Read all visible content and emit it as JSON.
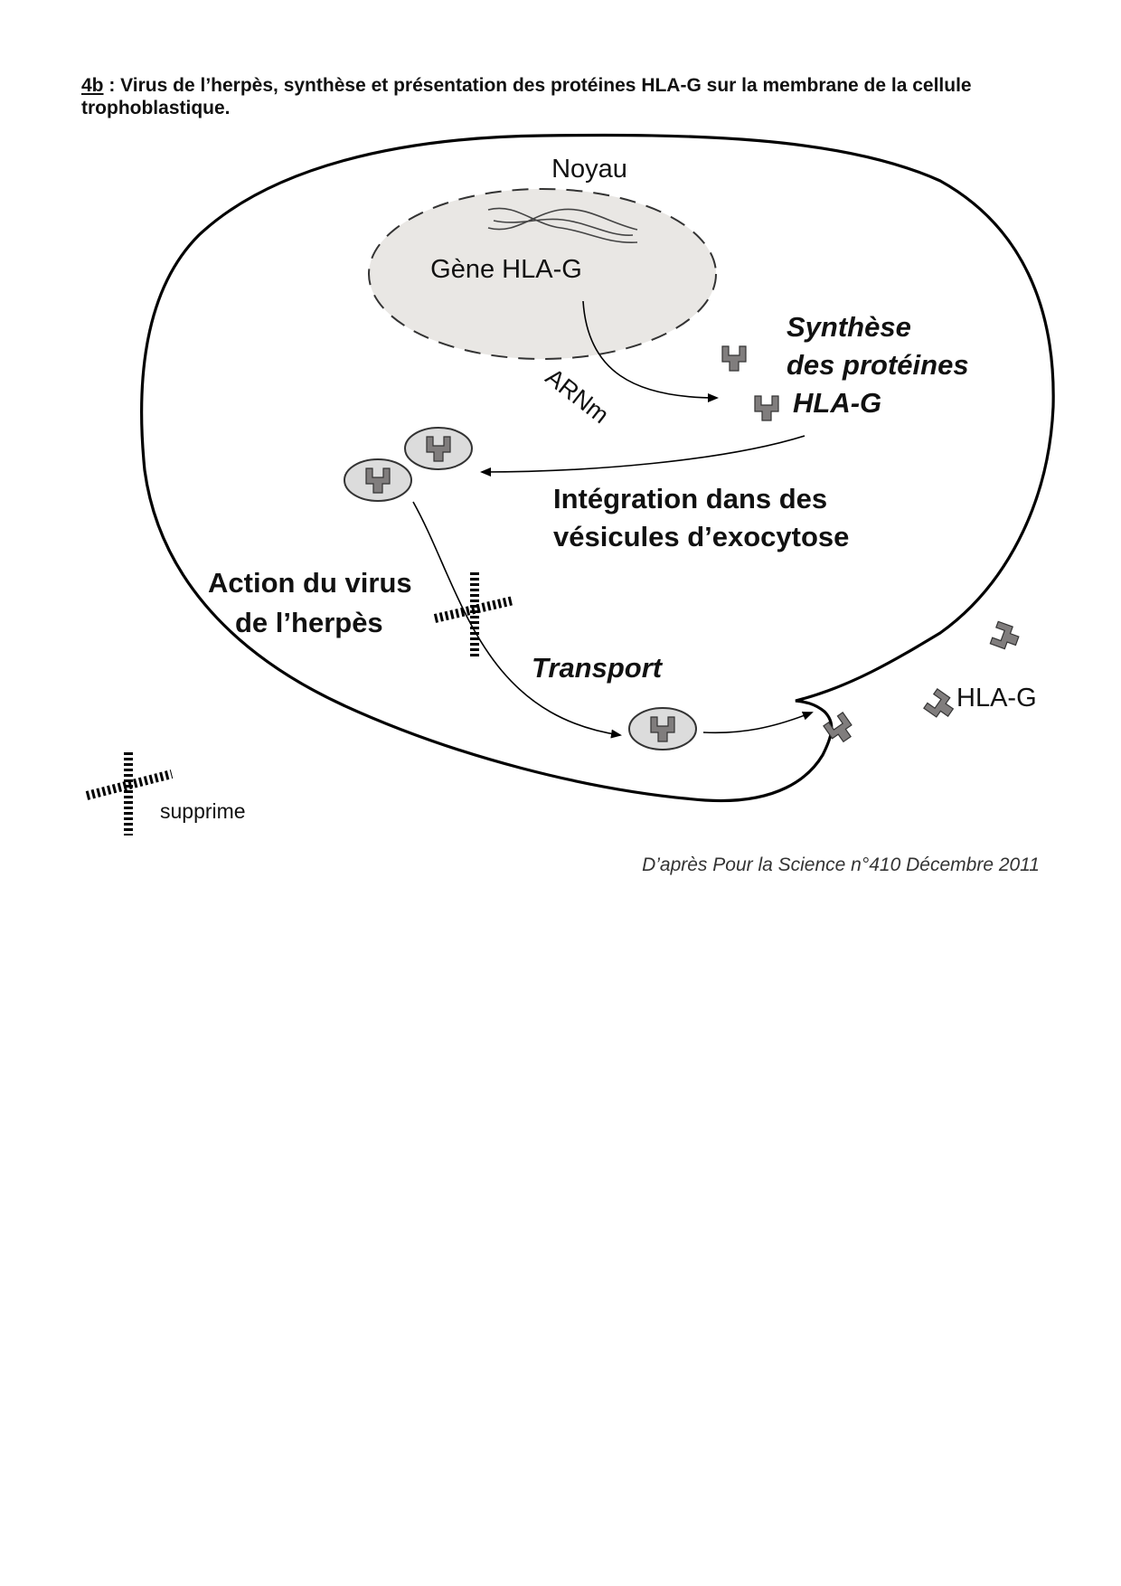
{
  "header": {
    "tag": "4b",
    "text": " : Virus de l’herpès, synthèse et présentation des protéines HLA-G sur la membrane de la cellule trophoblastique."
  },
  "diagram": {
    "nucleus_label": "Noyau",
    "gene_label": "Gène HLA-G",
    "mrna_label": "ARNm",
    "synthesis_label": [
      "Synthèse",
      "des protéines",
      "HLA-G"
    ],
    "integration_label": [
      "Intégration dans des",
      "vésicules d’exocytose"
    ],
    "virus_label": [
      "Action du virus",
      "de l’herpès"
    ],
    "transport_label": "Transport",
    "membrane_hla_label": "HLA-G",
    "legend_label": "supprime"
  },
  "source": "D’après Pour la Science n°410 Décembre 2011",
  "colors": {
    "nucleus_fill": "#e9e7e4",
    "vesicle_fill": "#dcdcdc",
    "protein_fill": "#807d7d",
    "line": "#000000"
  }
}
